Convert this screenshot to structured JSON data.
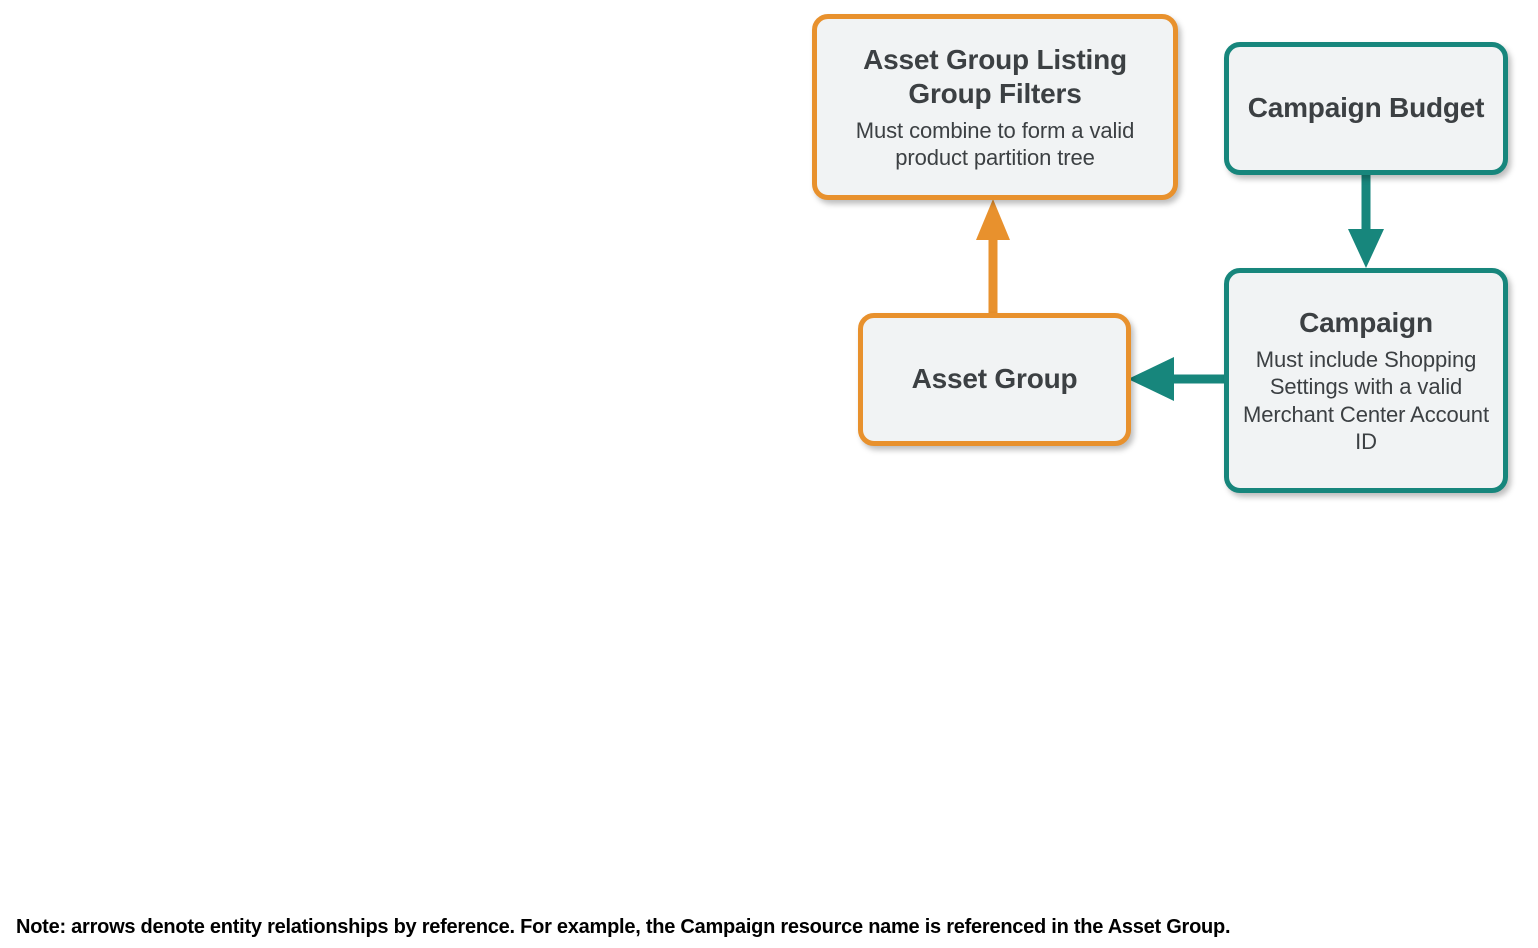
{
  "diagram": {
    "colors": {
      "orange": "#e8912d",
      "teal": "#17867c",
      "node_fill": "#f1f3f4",
      "text": "#3c4043",
      "note_text": "#000000",
      "background": "#ffffff"
    },
    "nodes": [
      {
        "id": "listing-group-filters",
        "title": "Asset Group Listing Group Filters",
        "subtitle": "Must combine to form a valid product partition tree",
        "color": "orange"
      },
      {
        "id": "campaign-budget",
        "title": "Campaign Budget",
        "subtitle": "",
        "color": "teal"
      },
      {
        "id": "asset-group",
        "title": "Asset Group",
        "subtitle": "",
        "color": "orange"
      },
      {
        "id": "campaign",
        "title": "Campaign",
        "subtitle": "Must include Shopping Settings with a valid Merchant Center Account ID",
        "color": "teal"
      }
    ],
    "edges": [
      {
        "id": "asset-group-to-listing-group-filters",
        "from": "asset-group",
        "to": "listing-group-filters",
        "direction": "up",
        "color": "orange"
      },
      {
        "id": "campaign-budget-to-campaign",
        "from": "campaign-budget",
        "to": "campaign",
        "direction": "down",
        "color": "teal"
      },
      {
        "id": "campaign-to-asset-group",
        "from": "campaign",
        "to": "asset-group",
        "direction": "left",
        "color": "teal"
      }
    ],
    "note": "Note: arrows denote entity relationships by reference. For example, the Campaign resource name is referenced in the Asset Group."
  }
}
